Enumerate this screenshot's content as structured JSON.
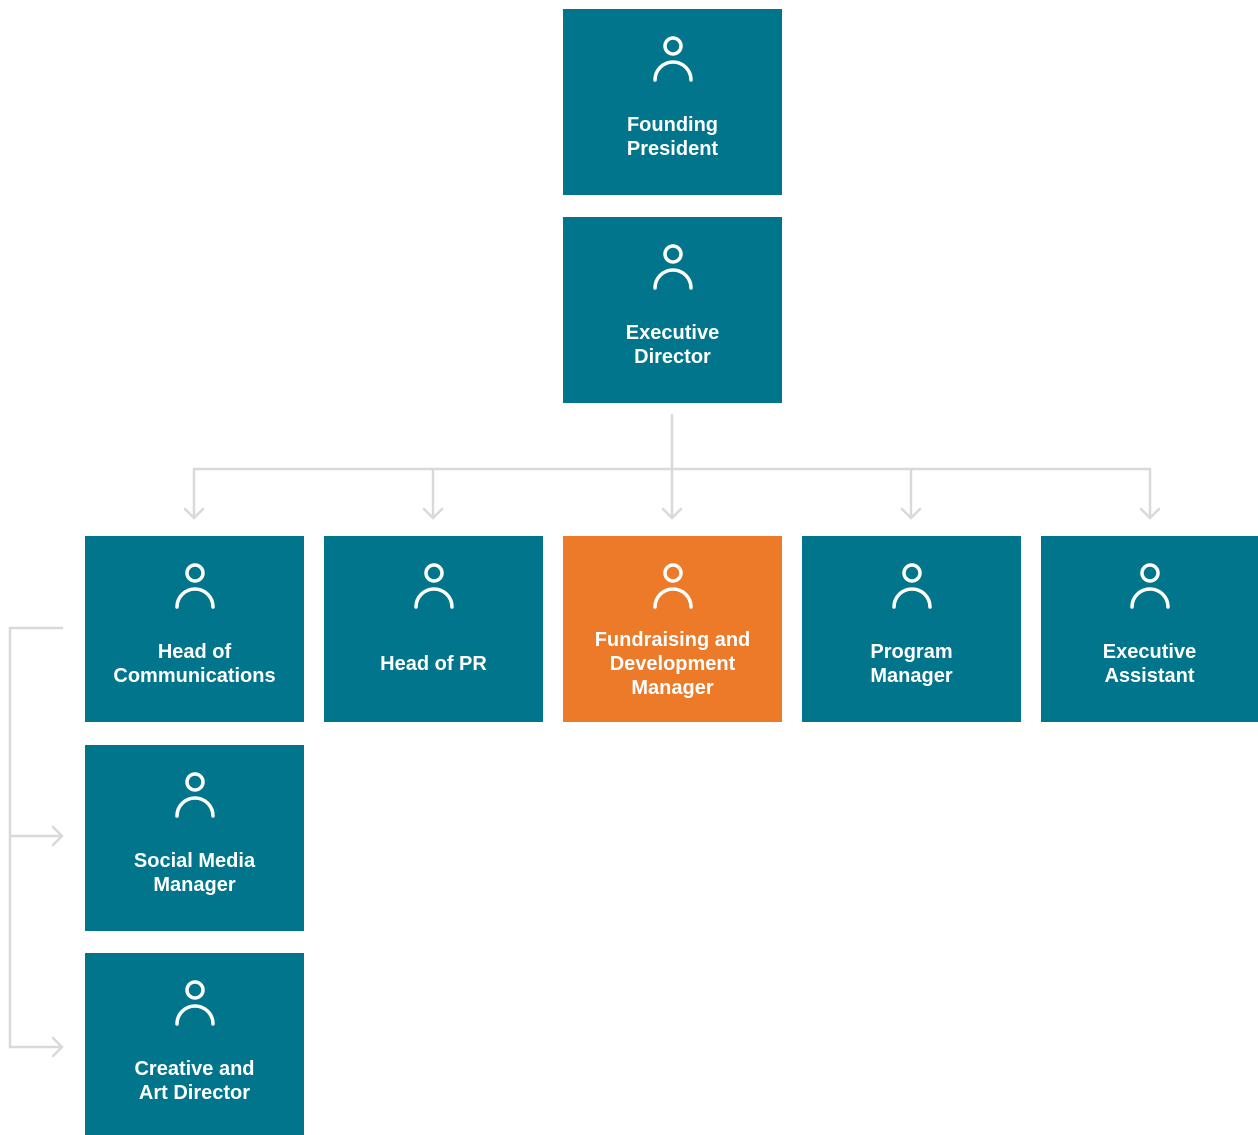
{
  "colors": {
    "node": "#01758c",
    "highlight": "#ec7a29",
    "text": "#ffffff",
    "connector": "#d9d9d9"
  },
  "icon": "person-icon",
  "nodes": {
    "founding_president": "Founding\nPresident",
    "executive_director": "Executive\nDirector",
    "head_of_communications": "Head of\nCommunications",
    "head_of_pr": "Head of PR",
    "fundraising_manager": "Fundraising and\nDevelopment\nManager",
    "program_manager": "Program\nManager",
    "executive_assistant": "Executive\nAssistant",
    "social_media_manager": "Social Media\nManager",
    "creative_director": "Creative and\nArt Director"
  }
}
